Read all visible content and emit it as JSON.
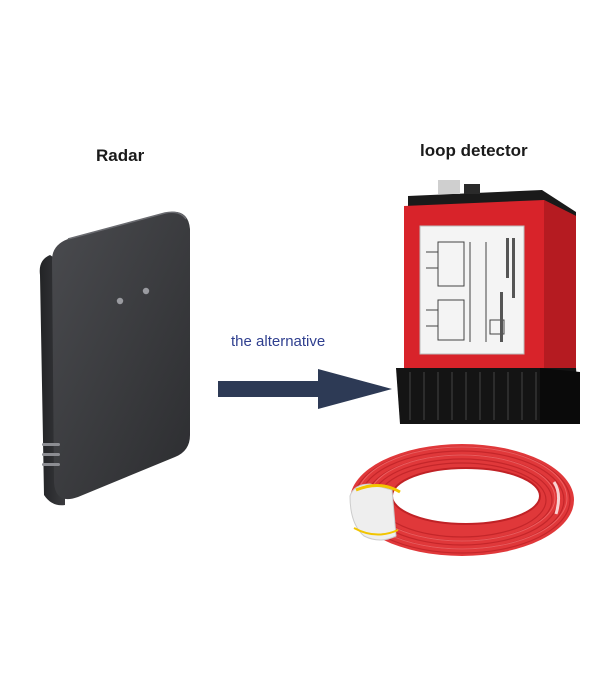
{
  "labels": {
    "radar": "Radar",
    "loop_detector": "loop detector",
    "alternative": "the alternative"
  },
  "colors": {
    "radar_body": "#3b3c3f",
    "detector_red": "#d8232a",
    "detector_black": "#111111",
    "cable_red": "#e0383a",
    "arrow": "#2d3a55",
    "caption_blue": "#2f3f8f"
  }
}
